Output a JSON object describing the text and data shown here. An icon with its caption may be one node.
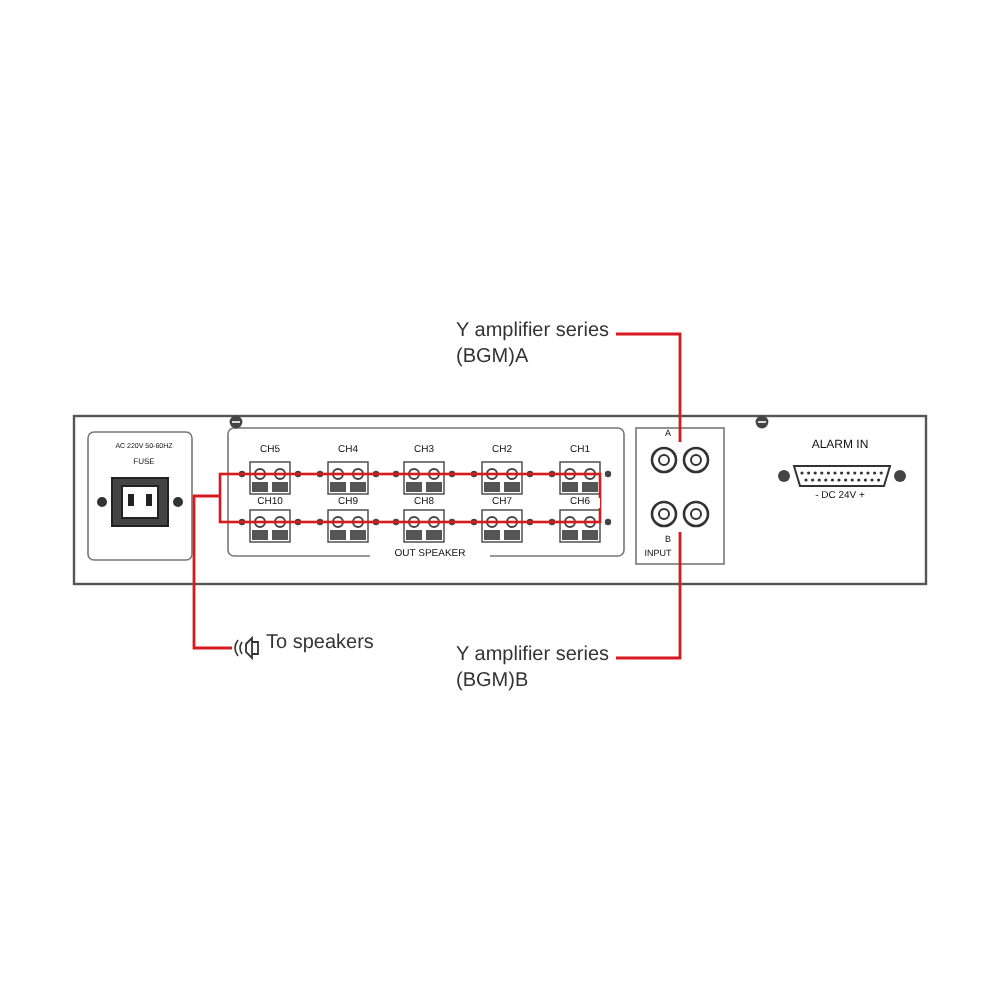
{
  "diagram": {
    "nodes": [
      {
        "text": [
          "Y amplifier series (BGM)A"
        ]
      },
      {
        "text": [],
        "shape": "circle"
      },
      {
        "text": [
          "Y amplifier series (BGM)B"
        ]
      },
      {
        "text": [],
        "shape": "circle"
      },
      {
        "text": [
          "To speakers"
        ]
      },
      {
        "text": [],
        "shape": "box"
      }
    ],
    "edges": [
      {
        "from": 0,
        "to": 1,
        "arrow": "none"
      },
      {
        "from": 2,
        "to": 3,
        "arrow": "none"
      },
      {
        "from": 4,
        "to": 5,
        "arrow": "none"
      }
    ],
    "labels": [
      "AC 220V 50-60HZ",
      "FUSE",
      "CH5",
      "CH4",
      "CH3",
      "CH2",
      "CH1",
      "CH10",
      "CH9",
      "CH8",
      "CH7",
      "CH6",
      "OUT SPEAKER",
      "A",
      "B",
      "INPUT",
      "ALARM IN",
      "- DC 24V +"
    ]
  }
}
